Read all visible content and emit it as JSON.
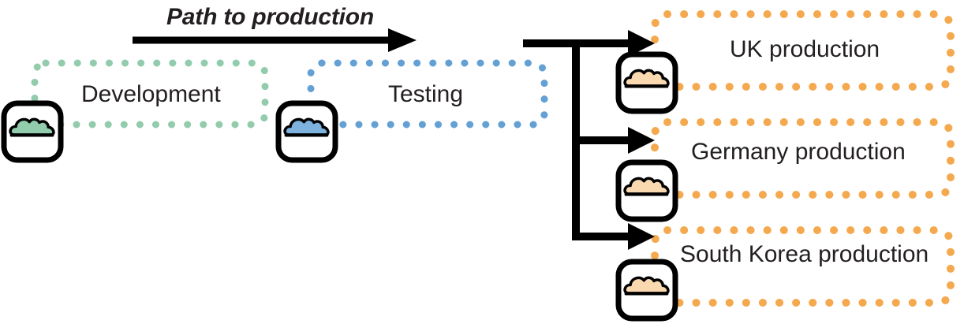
{
  "diagram": {
    "type": "flow-diagram",
    "title": "Path to production",
    "background": "#ffffff",
    "colors": {
      "development": "#92ccac",
      "testing": "#63a0d4",
      "production": "#f5a94f",
      "cloud_dev_fill": "#92ccac",
      "cloud_test_fill": "#7cb2dd",
      "cloud_prod_fill": "#fbd9b0",
      "stroke": "#000000",
      "text": "#231f20"
    },
    "header": {
      "arrow_label": "Path to production",
      "arrow_name": "path-to-production-arrow"
    },
    "stages": [
      {
        "id": "development",
        "label": "Development",
        "color": "#92ccac",
        "cloud_fill": "#92ccac",
        "icon": "cloud-icon"
      },
      {
        "id": "testing",
        "label": "Testing",
        "color": "#63a0d4",
        "cloud_fill": "#7cb2dd",
        "icon": "cloud-icon"
      }
    ],
    "productions": [
      {
        "id": "uk",
        "label": "UK production",
        "color": "#f5a94f",
        "cloud_fill": "#fbd9b0",
        "icon": "cloud-icon"
      },
      {
        "id": "germany",
        "label": "Germany production",
        "color": "#f5a94f",
        "cloud_fill": "#fbd9b0",
        "icon": "cloud-icon"
      },
      {
        "id": "south-korea",
        "label": "South Korea production",
        "color": "#f5a94f",
        "cloud_fill": "#fbd9b0",
        "icon": "cloud-icon"
      }
    ],
    "connectors": {
      "branch_name": "branch-connector",
      "count": 3
    }
  }
}
